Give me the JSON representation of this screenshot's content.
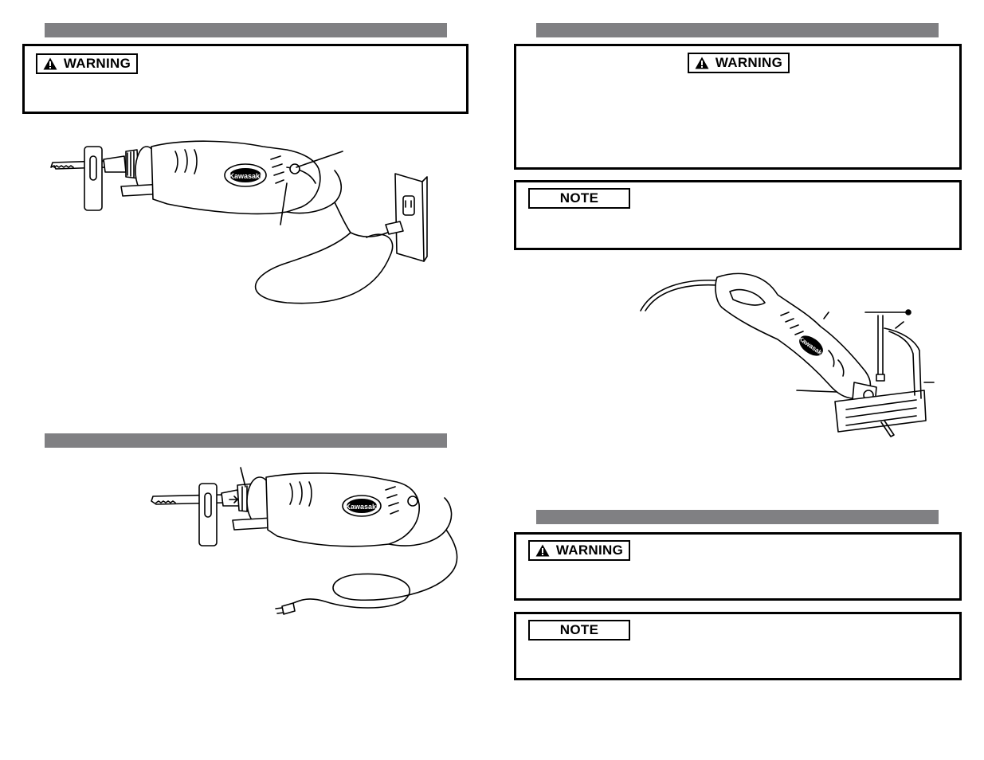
{
  "left_page": {
    "warning_box_1": {
      "label": "WARNING"
    },
    "figure_1": {
      "brand": "Kawasaki"
    },
    "figure_2": {
      "brand": "Kawasaki"
    }
  },
  "right_page": {
    "warning_box_2": {
      "label": "WARNING"
    },
    "note_box_1": {
      "label": "NOTE"
    },
    "figure_3": {
      "brand": "Kawasaki"
    },
    "warning_box_3": {
      "label": "WARNING"
    },
    "note_box_2": {
      "label": "NOTE"
    }
  },
  "colors": {
    "section_bar": "#808083",
    "border": "#000000"
  },
  "icons": {
    "warning": "warning-triangle-icon"
  }
}
